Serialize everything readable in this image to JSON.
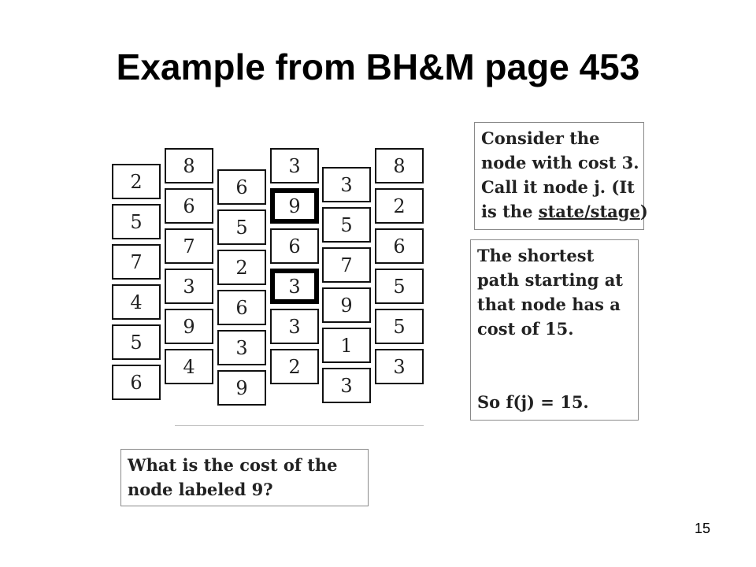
{
  "slide": {
    "title": "Example from BH&M page 453",
    "page_number": "15"
  },
  "grid": {
    "columns": [
      {
        "values": [
          "2",
          "5",
          "7",
          "4",
          "5",
          "6"
        ],
        "highlighted": []
      },
      {
        "values": [
          "8",
          "6",
          "7",
          "3",
          "9",
          "4"
        ],
        "highlighted": []
      },
      {
        "values": [
          "6",
          "5",
          "2",
          "6",
          "3",
          "9"
        ],
        "highlighted": []
      },
      {
        "values": [
          "3",
          "9",
          "6",
          "3",
          "3",
          "2"
        ],
        "highlighted": [
          1,
          3
        ]
      },
      {
        "values": [
          "3",
          "5",
          "7",
          "9",
          "1",
          "3"
        ],
        "highlighted": []
      },
      {
        "values": [
          "8",
          "2",
          "6",
          "5",
          "5",
          "3"
        ],
        "highlighted": []
      }
    ]
  },
  "notes": {
    "consider": {
      "lines": [
        "Consider the",
        "node with cost 3.",
        "Call it node j.  (It"
      ],
      "last_line_start": "is the ",
      "last_line_underlined": "state/stage",
      "last_line_end": ")"
    },
    "shortest": {
      "lines": [
        "The shortest",
        "path starting at",
        "that node has a",
        "cost of 15."
      ],
      "conclusion": "So f(j) = 15."
    },
    "question": {
      "lines": [
        "What is the cost of the",
        "node labeled 9?"
      ]
    }
  }
}
